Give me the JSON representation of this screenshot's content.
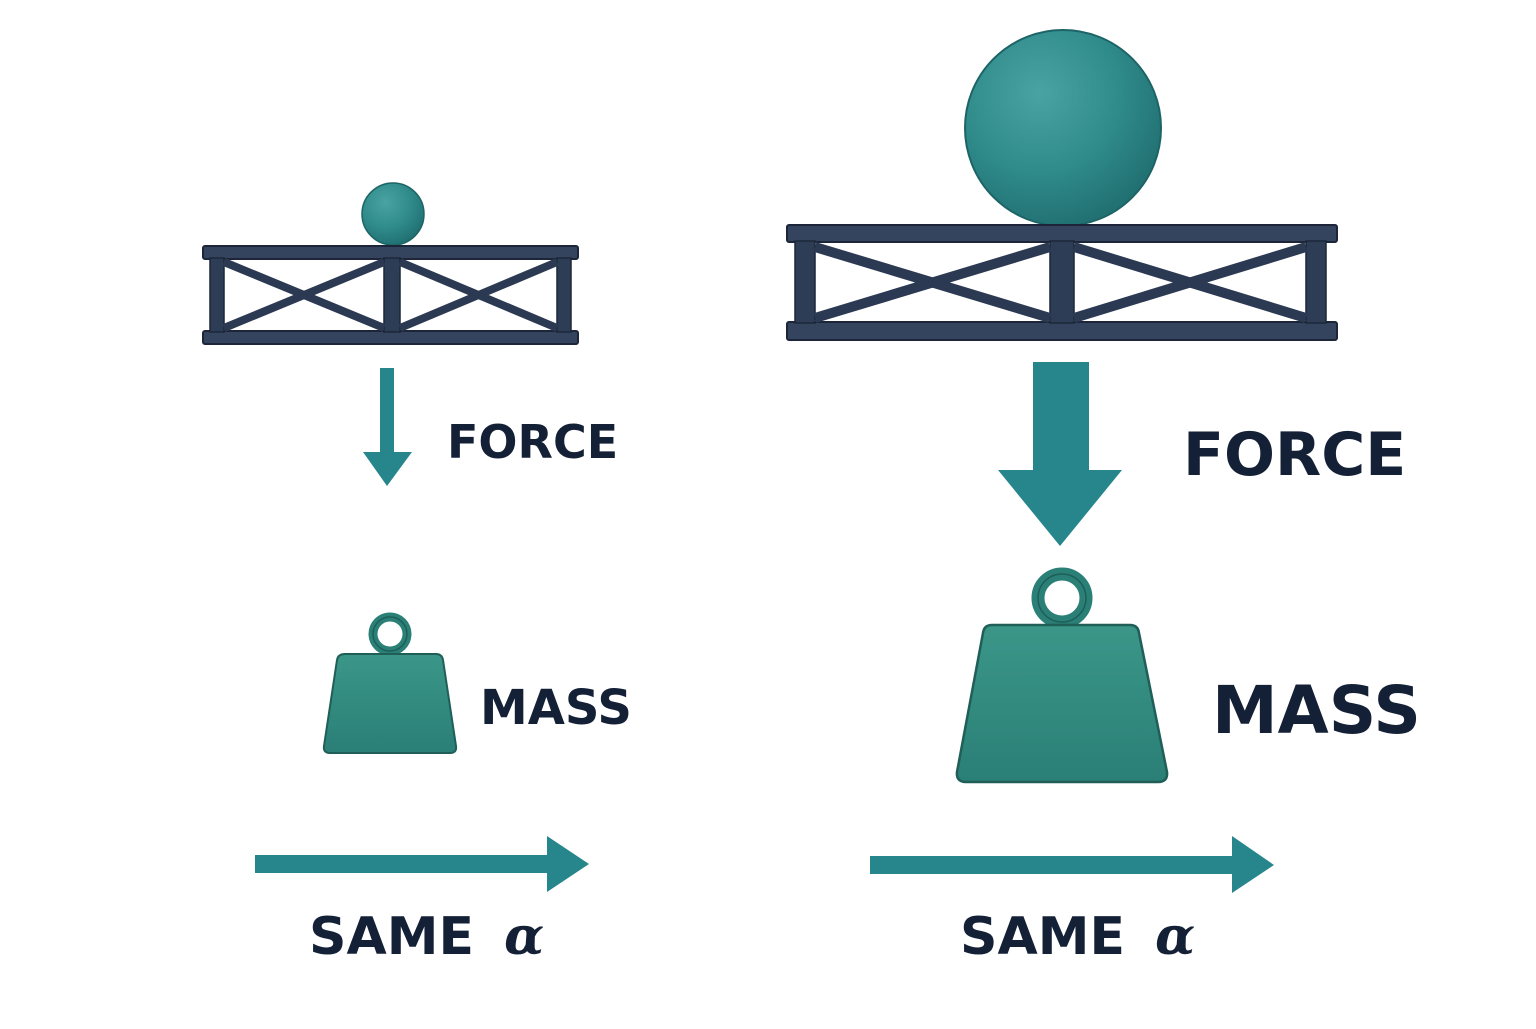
{
  "colors": {
    "background": "#ffffff",
    "teal": "#27868c",
    "teal_light": "#3f9a9c",
    "teal_dark": "#1d6b6e",
    "weight": "#2f8a80",
    "weight_dark": "#236b63",
    "truss": "#2b3a52",
    "truss_light": "#3d4e6a",
    "text": "#142036"
  },
  "small_setup": {
    "force_label": "FORCE",
    "mass_label": "MASS",
    "result_label": "SAME",
    "symbol": "α"
  },
  "large_setup": {
    "force_label": "FORCE",
    "mass_label": "MASS",
    "result_label": "SAME",
    "symbol": "α"
  }
}
